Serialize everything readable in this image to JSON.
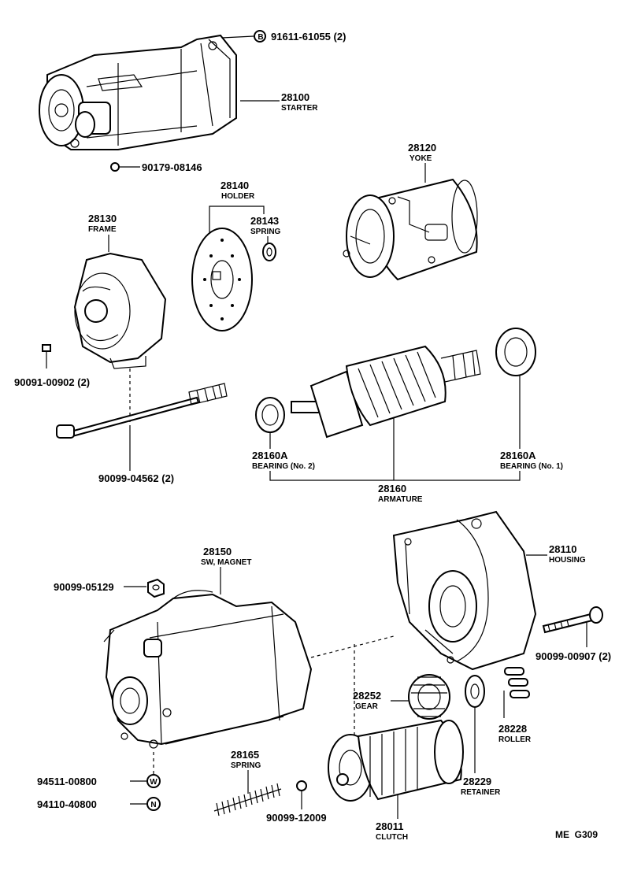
{
  "diagram_ref": "ME  G309",
  "callouts": {
    "p91611": {
      "number": "91611-61055 (2)",
      "name": "",
      "symbol": "B"
    },
    "p28100": {
      "number": "28100",
      "name": "STARTER"
    },
    "p90179": {
      "number": "90179-08146",
      "name": ""
    },
    "p28120": {
      "number": "28120",
      "name": "YOKE"
    },
    "p28140": {
      "number": "28140",
      "name": "HOLDER"
    },
    "p28143": {
      "number": "28143",
      "name": "SPRING"
    },
    "p28130": {
      "number": "28130",
      "name": "FRAME"
    },
    "p90091": {
      "number": "90091-00902 (2)",
      "name": ""
    },
    "p90099a": {
      "number": "90099-04562 (2)",
      "name": ""
    },
    "p28160A_2": {
      "number": "28160A",
      "name": "BEARING (No. 2)"
    },
    "p28160A_1": {
      "number": "28160A",
      "name": "BEARING (No. 1)"
    },
    "p28160": {
      "number": "28160",
      "name": "ARMATURE"
    },
    "p28150": {
      "number": "28150",
      "name": "SW, MAGNET"
    },
    "p28110": {
      "number": "28110",
      "name": "HOUSING"
    },
    "p90099b": {
      "number": "90099-05129",
      "name": ""
    },
    "p90099c": {
      "number": "90099-00907 (2)",
      "name": ""
    },
    "p28252": {
      "number": "28252",
      "name": "GEAR"
    },
    "p28228": {
      "number": "28228",
      "name": "ROLLER"
    },
    "p28229": {
      "number": "28229",
      "name": "RETAINER"
    },
    "p28165": {
      "number": "28165",
      "name": "SPRING"
    },
    "p94511": {
      "number": "94511-00800",
      "name": "",
      "symbol": "W"
    },
    "p94110": {
      "number": "94110-40800",
      "name": "",
      "symbol": "N"
    },
    "p90099d": {
      "number": "90099-12009",
      "name": ""
    },
    "p28011": {
      "number": "28011",
      "name": "CLUTCH"
    }
  }
}
